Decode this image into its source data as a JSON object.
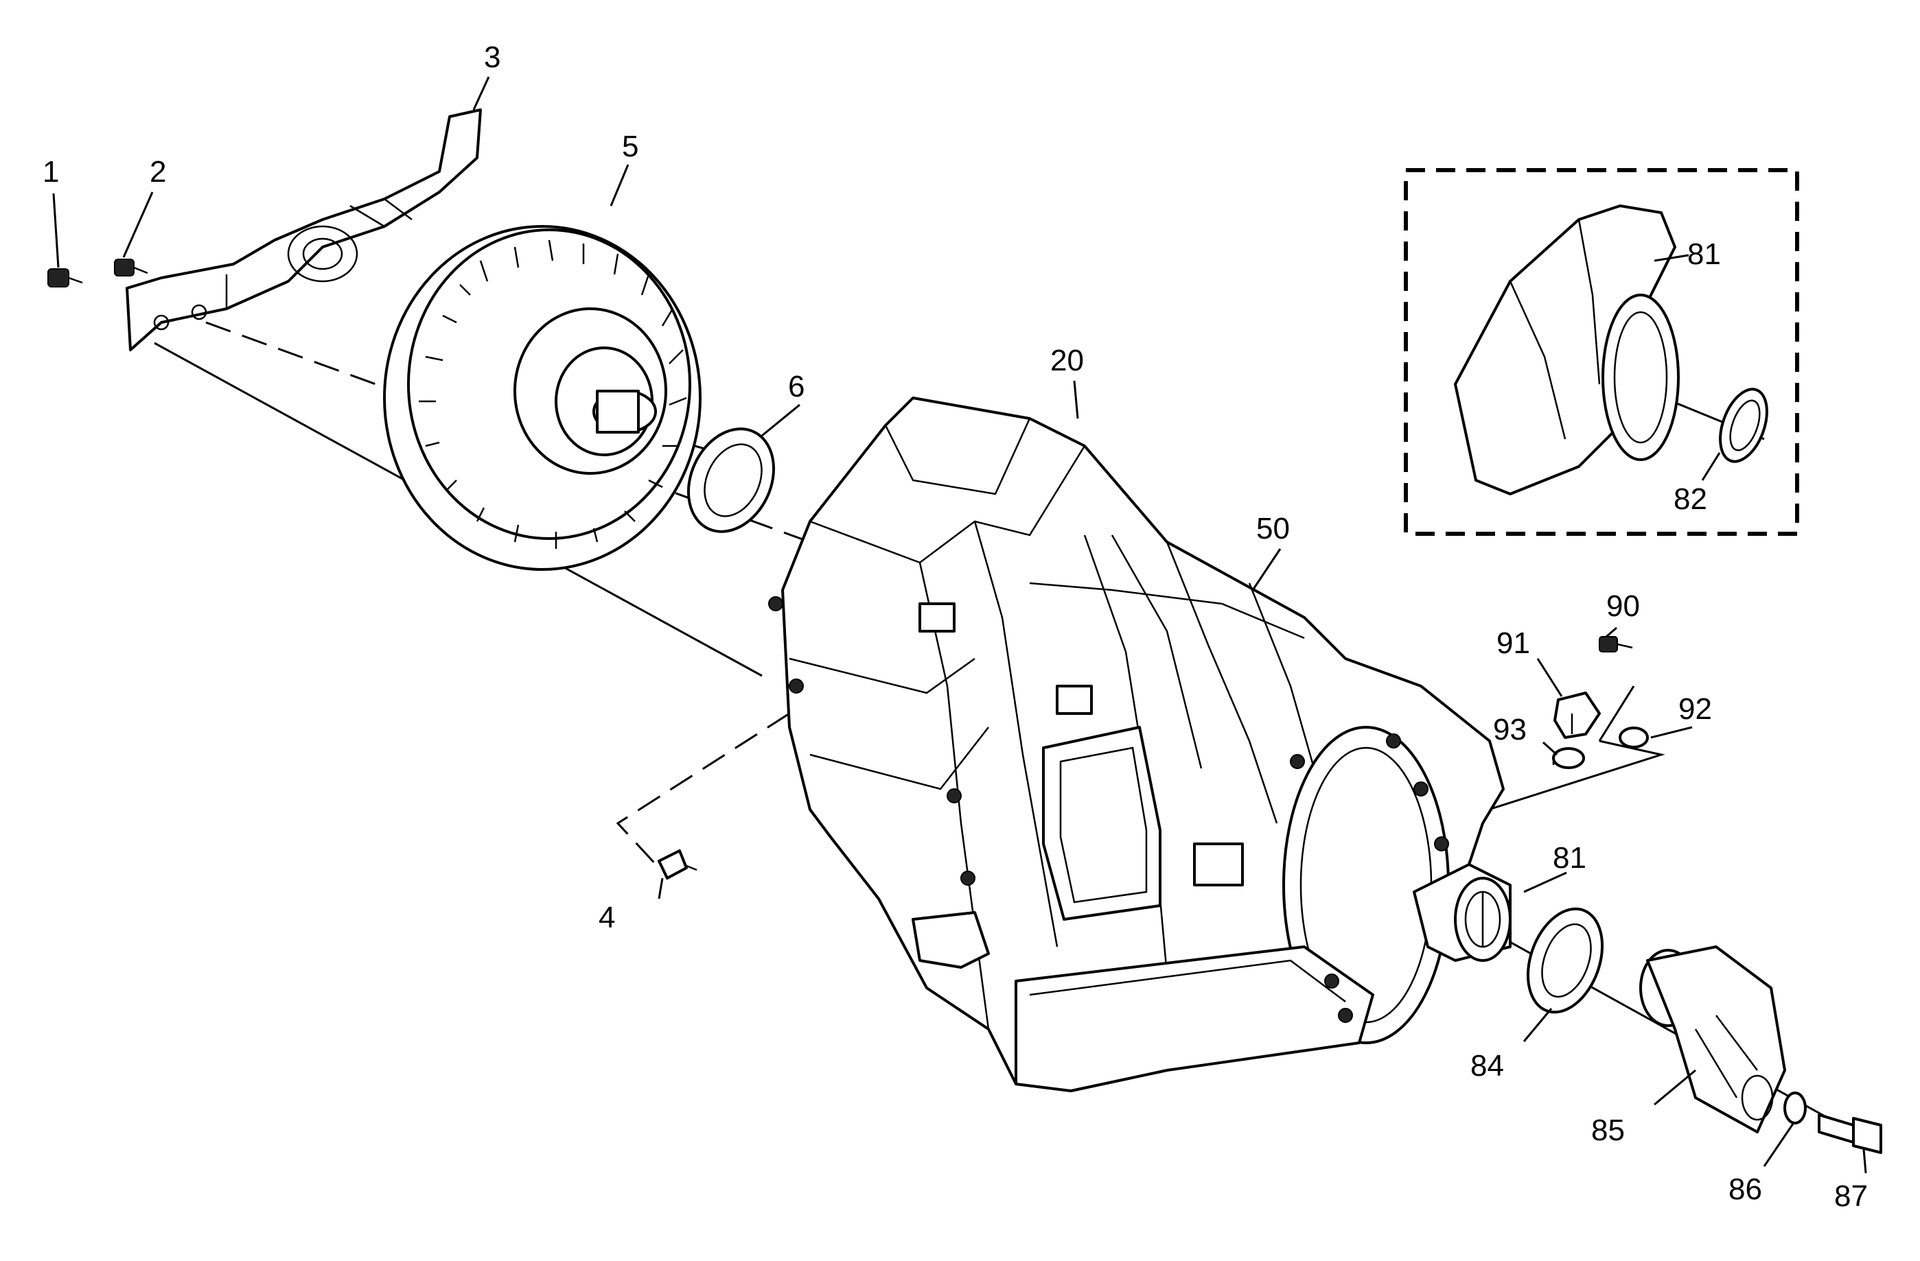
{
  "callouts": {
    "c1": "1",
    "c2": "2",
    "c3": "3",
    "c4": "4",
    "c5": "5",
    "c6": "6",
    "c20": "20",
    "c50": "50",
    "c81_inset": "81",
    "c82": "82",
    "c81_main": "81",
    "c84": "84",
    "c85": "85",
    "c86": "86",
    "c87": "87",
    "c90": "90",
    "c91": "91",
    "c92": "92",
    "c93": "93"
  }
}
